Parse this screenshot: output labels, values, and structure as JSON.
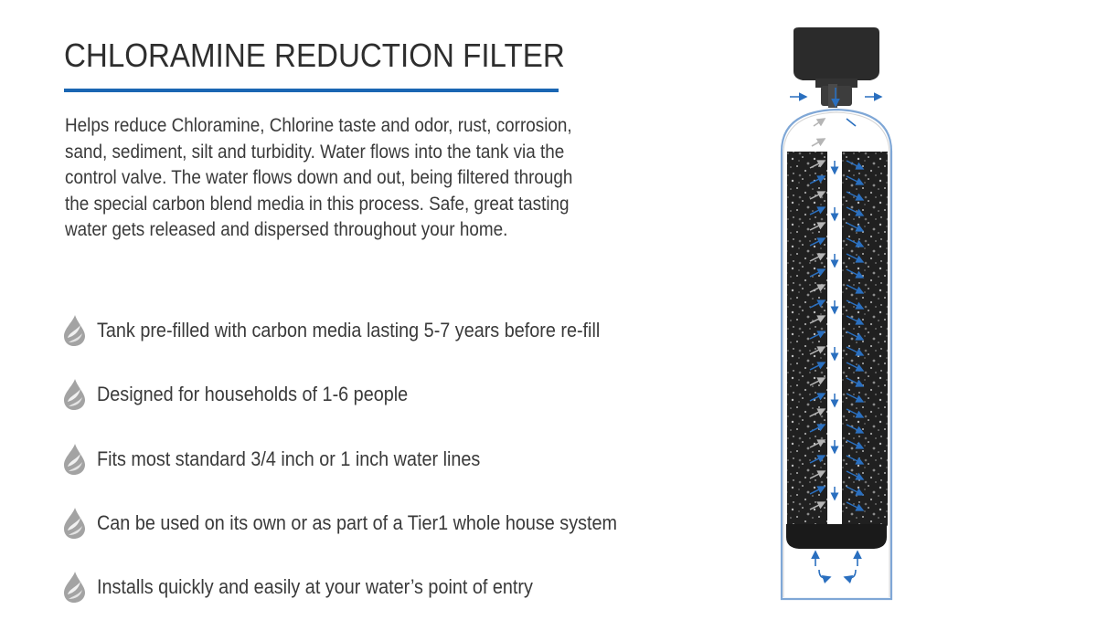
{
  "title": "CHLORAMINE REDUCTION FILTER",
  "description": "Helps reduce Chloramine, Chlorine taste and odor, rust, corrosion, sand, sediment, silt and turbidity. Water flows into the tank via the control valve. The water flows down and out, being filtered through the special carbon blend media in this process. Safe, great tasting water gets released and dispersed throughout your home.",
  "features": [
    {
      "icon": "water-drop-icon",
      "text": "Tank pre-filled with carbon media lasting 5-7 years before re-fill"
    },
    {
      "icon": "water-drop-icon",
      "text": "Designed for households of 1-6 people"
    },
    {
      "icon": "water-drop-icon",
      "text": "Fits most standard 3/4 inch or 1 inch water lines"
    },
    {
      "icon": "water-drop-icon",
      "text": "Can be used on its own or as part of a Tier1 whole house system"
    },
    {
      "icon": "water-drop-icon",
      "text": "Installs quickly and easily at your water’s point of entry"
    }
  ],
  "colors": {
    "accent": "#1a66b3",
    "text": "#3a3a3a",
    "icon": "#9a9a9a",
    "tank_outline": "#7fa7d6",
    "media": "#1e1e1e",
    "flow_arrow": "#2a6fbf"
  }
}
